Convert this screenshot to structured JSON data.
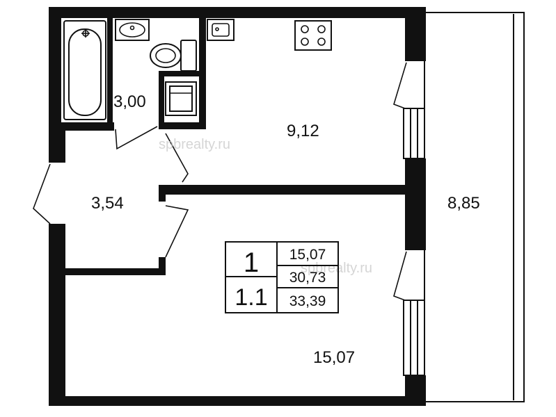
{
  "rooms": {
    "bathroom_area": "3,00",
    "kitchen_area": "9,12",
    "hall_area": "3,54",
    "balcony_area": "8,85",
    "living_area": "15,07"
  },
  "summary_table": {
    "room_count": "1",
    "apartment_type": "1.1",
    "living_area": "15,07",
    "total_area": "30,73",
    "total_with_balcony": "33,39"
  },
  "watermarks": [
    "spbrealty.ru",
    "spbrealty.ru"
  ],
  "fixtures": [
    "bathtub-icon",
    "sink-icon",
    "toilet-icon",
    "washing-machine-icon",
    "kitchen-sink-icon",
    "stove-icon"
  ],
  "colors": {
    "walls": "#111111",
    "background": "#ffffff",
    "watermark": "#c8c8c8"
  }
}
